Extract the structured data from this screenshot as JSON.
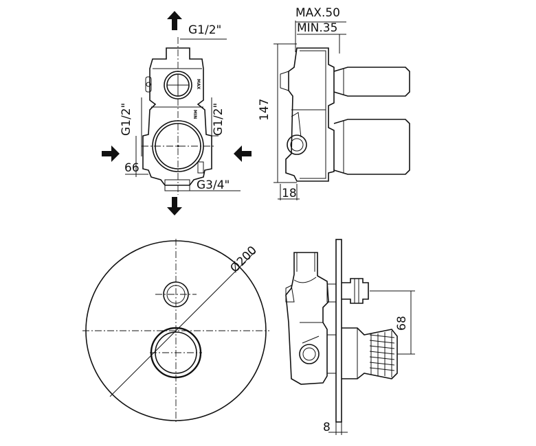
{
  "labels": {
    "top_outlet": "G1/2\"",
    "left_inlet": "G1/2\"",
    "right_inlet": "G1/2\"",
    "bottom_outlet": "G3/4\"",
    "width_66": "66",
    "depth_max": "MAX.50",
    "depth_min": "MIN.35",
    "height_147": "147",
    "offset_18": "18",
    "plate_diameter": "Ø200",
    "spacing_68": "68",
    "plate_thickness": "8",
    "max_mark": "MAX",
    "min_mark": "MIN"
  }
}
